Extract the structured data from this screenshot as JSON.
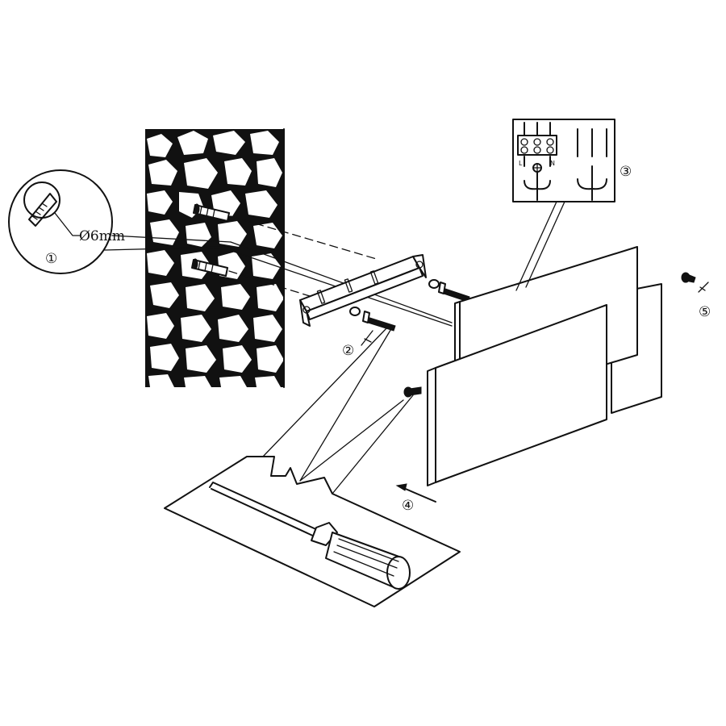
{
  "diagram": {
    "step_labels": [
      {
        "id": "step-1",
        "text": "①"
      },
      {
        "id": "step-2",
        "text": "②"
      },
      {
        "id": "step-3",
        "text": "③"
      },
      {
        "id": "step-4",
        "text": "④"
      },
      {
        "id": "step-5",
        "text": "⑤"
      }
    ],
    "drill_size": "Ø6mm",
    "terminal_labels": [
      "L",
      "N"
    ]
  }
}
